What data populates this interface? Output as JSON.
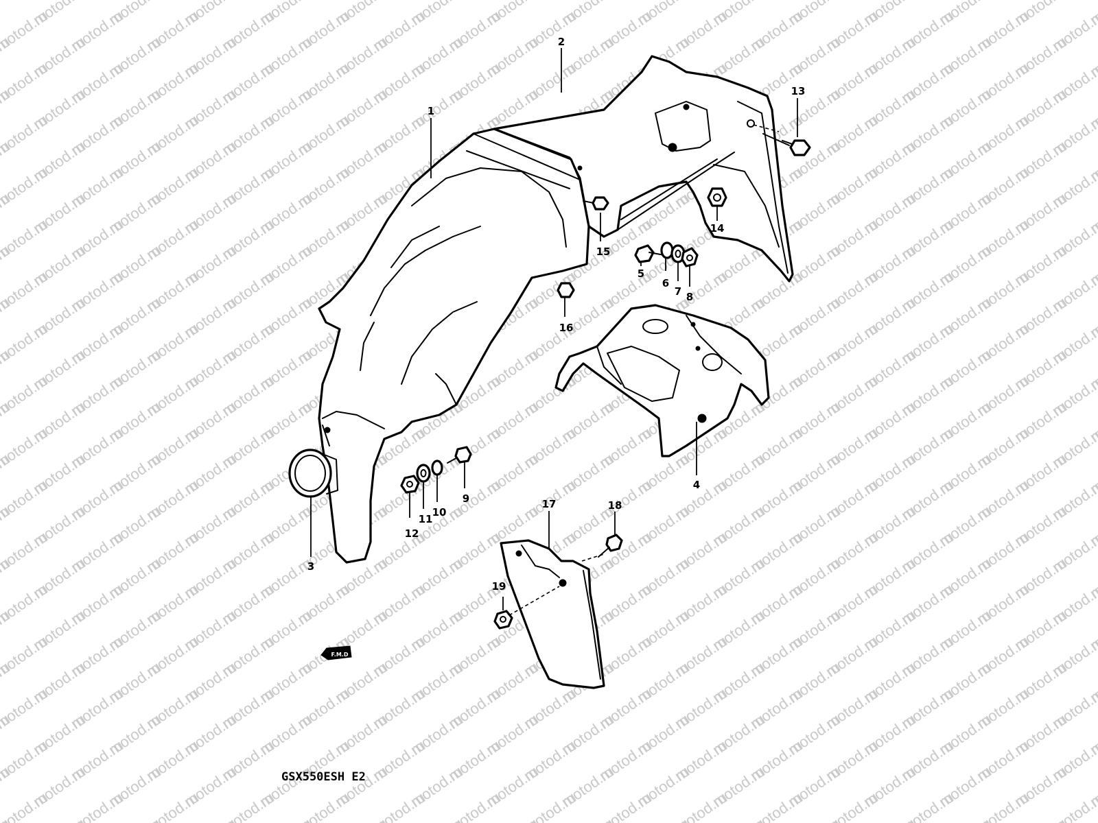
{
  "watermark": {
    "text": "motod.ru"
  },
  "diagram": {
    "caption": "GSX550ESH E2",
    "front_marker_label": "F.M.D",
    "callouts": [
      "1",
      "2",
      "3",
      "4",
      "5",
      "6",
      "7",
      "8",
      "9",
      "10",
      "11",
      "12",
      "13",
      "14",
      "15",
      "16",
      "17",
      "18",
      "19"
    ]
  }
}
